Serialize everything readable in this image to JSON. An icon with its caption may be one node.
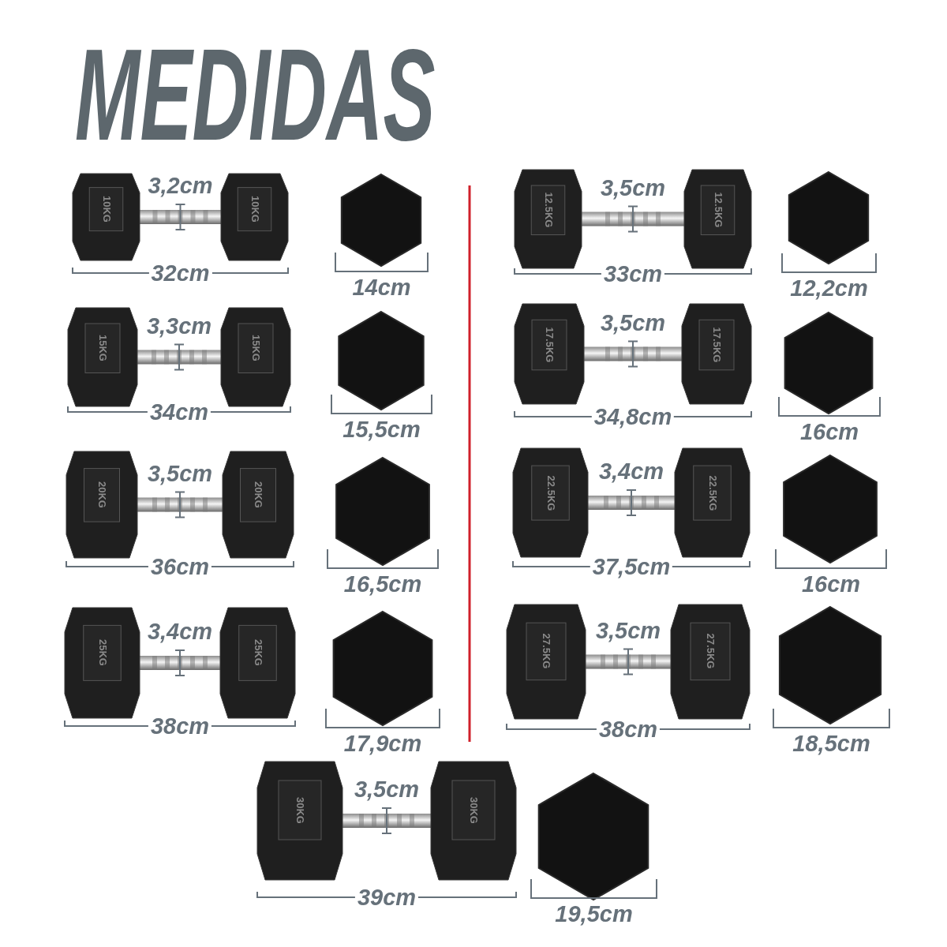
{
  "diagram": {
    "title": "MEDIDAS",
    "labels": [
      "10KG",
      "10KG",
      "3,2cm",
      "32cm",
      "14cm",
      "12.5KG",
      "12.5KG",
      "3,5cm",
      "33cm",
      "12,2cm",
      "15KG",
      "15KG",
      "3,3cm",
      "34cm",
      "15,5cm",
      "17.5KG",
      "17.5KG",
      "3,5cm",
      "34,8cm",
      "16cm",
      "20KG",
      "20KG",
      "3,5cm",
      "36cm",
      "16,5cm",
      "22.5KG",
      "22.5KG",
      "3,4cm",
      "37,5cm",
      "16cm",
      "25KG",
      "25KG",
      "3,4cm",
      "38cm",
      "17,9cm",
      "27.5KG",
      "27.5KG",
      "3,5cm",
      "38cm",
      "18,5cm",
      "30KG",
      "30KG",
      "3,5cm",
      "39cm",
      "19,5cm"
    ]
  }
}
